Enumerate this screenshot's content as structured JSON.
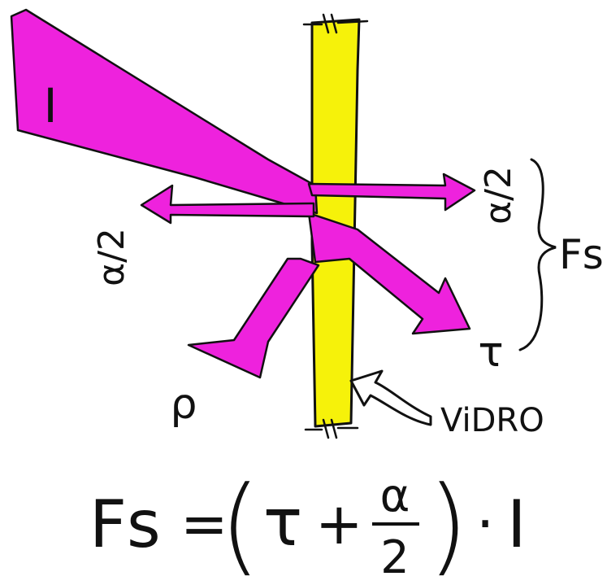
{
  "colors": {
    "beam": "#ee22dd",
    "glass": "#f6f20a",
    "ink": "#111111",
    "background": "#ffffff"
  },
  "labels": {
    "incident": "I",
    "half_absorbed_right": "α/2",
    "half_absorbed_left": "α/2",
    "transmitted": "τ",
    "reflected": "ρ",
    "solar_factor": "Fs",
    "glass": "ViDRO"
  },
  "formula": {
    "lhs": "Fs",
    "equals": "=",
    "open_paren": "(",
    "tau": "τ",
    "plus": "+",
    "numerator": "α",
    "denominator": "2",
    "close_paren": ")",
    "dot": "·",
    "intensity": "I"
  }
}
